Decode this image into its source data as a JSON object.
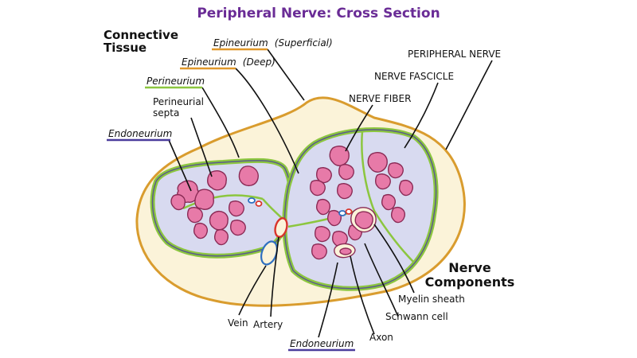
{
  "title": "Peripheral Nerve: Cross Section",
  "headings": {
    "connective_tissue_line1": "Connective",
    "connective_tissue_line2": "Tissue",
    "nerve_components_line1": "Nerve",
    "nerve_components_line2": "Components"
  },
  "labels": {
    "epineurium_superficial_name": "Epineurium",
    "epineurium_superficial_qualifier": "(Superficial)",
    "epineurium_deep_name": "Epineurium",
    "epineurium_deep_qualifier": "(Deep)",
    "perineurium": "Perineurium",
    "perineurial_septa_line1": "Perineurial",
    "perineurial_septa_line2": "septa",
    "endoneurium_left": "Endoneurium",
    "peripheral_nerve": "PERIPHERAL NERVE",
    "nerve_fascicle": "NERVE FASCICLE",
    "nerve_fiber": "NERVE FIBER",
    "myelin_sheath": "Myelin sheath",
    "schwann_cell": "Schwann cell",
    "axon": "Axon",
    "endoneurium_bottom": "Endoneurium",
    "vein": "Vein",
    "artery": "Artery"
  },
  "colors": {
    "title": "#6a2c96",
    "epineurium_fill": "#fbf3d9",
    "epineurium_outline": "#d99c2e",
    "perineurium_green": "#8cc63f",
    "fascicle_interior": "#d8daf0",
    "fascicle_outline": "#5b5b8c",
    "fiber_fill": "#e77aa8",
    "fiber_outline": "#8a2a55",
    "artery_red": "#d9342b",
    "vein_blue": "#2e6fc0",
    "underline_superficial": "#e0972a",
    "underline_deep": "#e0972a",
    "underline_perineurium": "#8cc63f",
    "underline_endoneurium": "#4a3c9c"
  }
}
